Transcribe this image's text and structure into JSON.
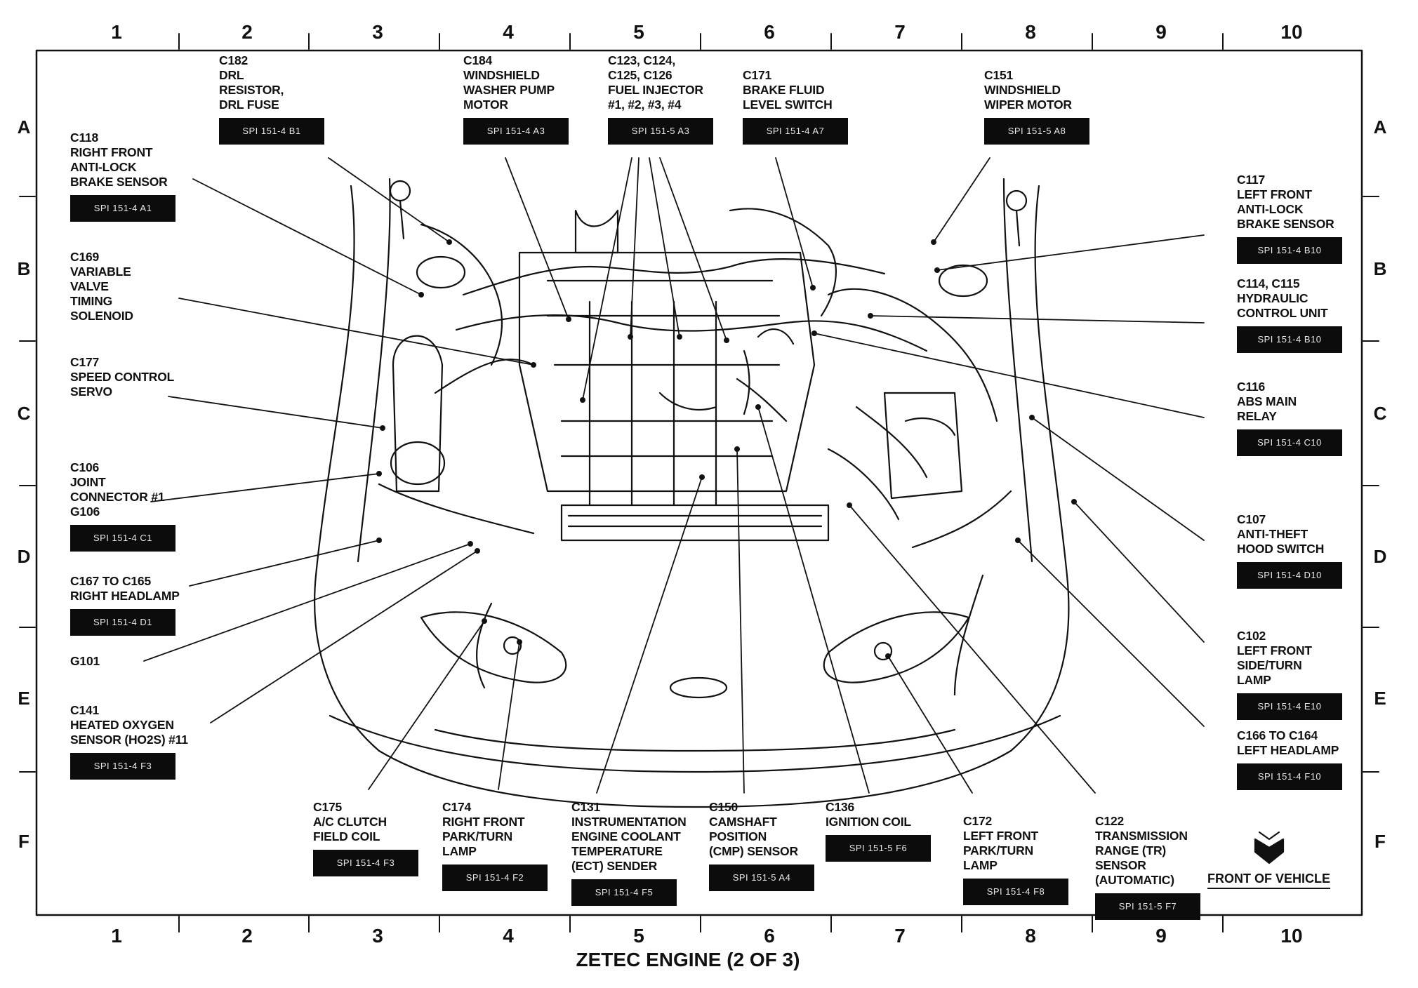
{
  "title": "ZETEC ENGINE (2 OF 3)",
  "front_of_vehicle": "FRONT OF VEHICLE",
  "grid": {
    "columns": [
      "1",
      "2",
      "3",
      "4",
      "5",
      "6",
      "7",
      "8",
      "9",
      "10"
    ],
    "rows": [
      "A",
      "B",
      "C",
      "D",
      "E",
      "F"
    ]
  },
  "callouts": [
    {
      "label": "C182\nDRL\nRESISTOR,\nDRL FUSE",
      "ref": "SPI 151-4 B1"
    },
    {
      "label": "C184\nWINDSHIELD\nWASHER PUMP\nMOTOR",
      "ref": "SPI 151-4 A3"
    },
    {
      "label": "C123, C124,\nC125, C126\nFUEL INJECTOR\n#1, #2, #3, #4",
      "ref": "SPI 151-5 A3"
    },
    {
      "label": "C171\nBRAKE FLUID\nLEVEL SWITCH",
      "ref": "SPI 151-4 A7"
    },
    {
      "label": "C151\nWINDSHIELD\nWIPER MOTOR",
      "ref": "SPI 151-5 A8"
    },
    {
      "label": "C118\nRIGHT FRONT\nANTI-LOCK\nBRAKE SENSOR",
      "ref": "SPI 151-4 A1"
    },
    {
      "label": "C169\nVARIABLE\nVALVE\nTIMING\nSOLENOID",
      "ref": ""
    },
    {
      "label": "C177\nSPEED CONTROL\nSERVO",
      "ref": ""
    },
    {
      "label": "C106\nJOINT\nCONNECTOR #1\nG106",
      "ref": "SPI 151-4 C1"
    },
    {
      "label": "C167 TO C165\nRIGHT HEADLAMP",
      "ref": "SPI 151-4 D1"
    },
    {
      "label": "G101",
      "ref": ""
    },
    {
      "label": "C141\nHEATED OXYGEN\nSENSOR (HO2S) #11",
      "ref": "SPI 151-4 F3"
    },
    {
      "label": "C117\nLEFT FRONT\nANTI-LOCK\nBRAKE SENSOR",
      "ref": "SPI 151-4 B10"
    },
    {
      "label": "C114, C115\nHYDRAULIC\nCONTROL UNIT",
      "ref": "SPI 151-4 B10"
    },
    {
      "label": "C116\nABS MAIN\nRELAY",
      "ref": "SPI 151-4 C10"
    },
    {
      "label": "C107\nANTI-THEFT\nHOOD SWITCH",
      "ref": "SPI 151-4 D10"
    },
    {
      "label": "C102\nLEFT FRONT\nSIDE/TURN\nLAMP",
      "ref": "SPI 151-4 E10"
    },
    {
      "label": "C166 TO C164\nLEFT HEADLAMP",
      "ref": "SPI 151-4 F10"
    },
    {
      "label": "C175\nA/C CLUTCH\nFIELD COIL",
      "ref": "SPI 151-4 F3"
    },
    {
      "label": "C174\nRIGHT FRONT\nPARK/TURN\nLAMP",
      "ref": "SPI 151-4 F2"
    },
    {
      "label": "C131\nINSTRUMENTATION\nENGINE COOLANT\nTEMPERATURE\n(ECT) SENDER",
      "ref": "SPI 151-4 F5"
    },
    {
      "label": "C150\nCAMSHAFT\nPOSITION\n(CMP) SENSOR",
      "ref": "SPI 151-5 A4"
    },
    {
      "label": "C136\nIGNITION COIL",
      "ref": "SPI 151-5 F6"
    },
    {
      "label": "C172\nLEFT FRONT\nPARK/TURN\nLAMP",
      "ref": "SPI 151-4 F8"
    },
    {
      "label": "C122\nTRANSMISSION\nRANGE (TR)\nSENSOR\n(AUTOMATIC)",
      "ref": "SPI 151-5 F7"
    }
  ]
}
